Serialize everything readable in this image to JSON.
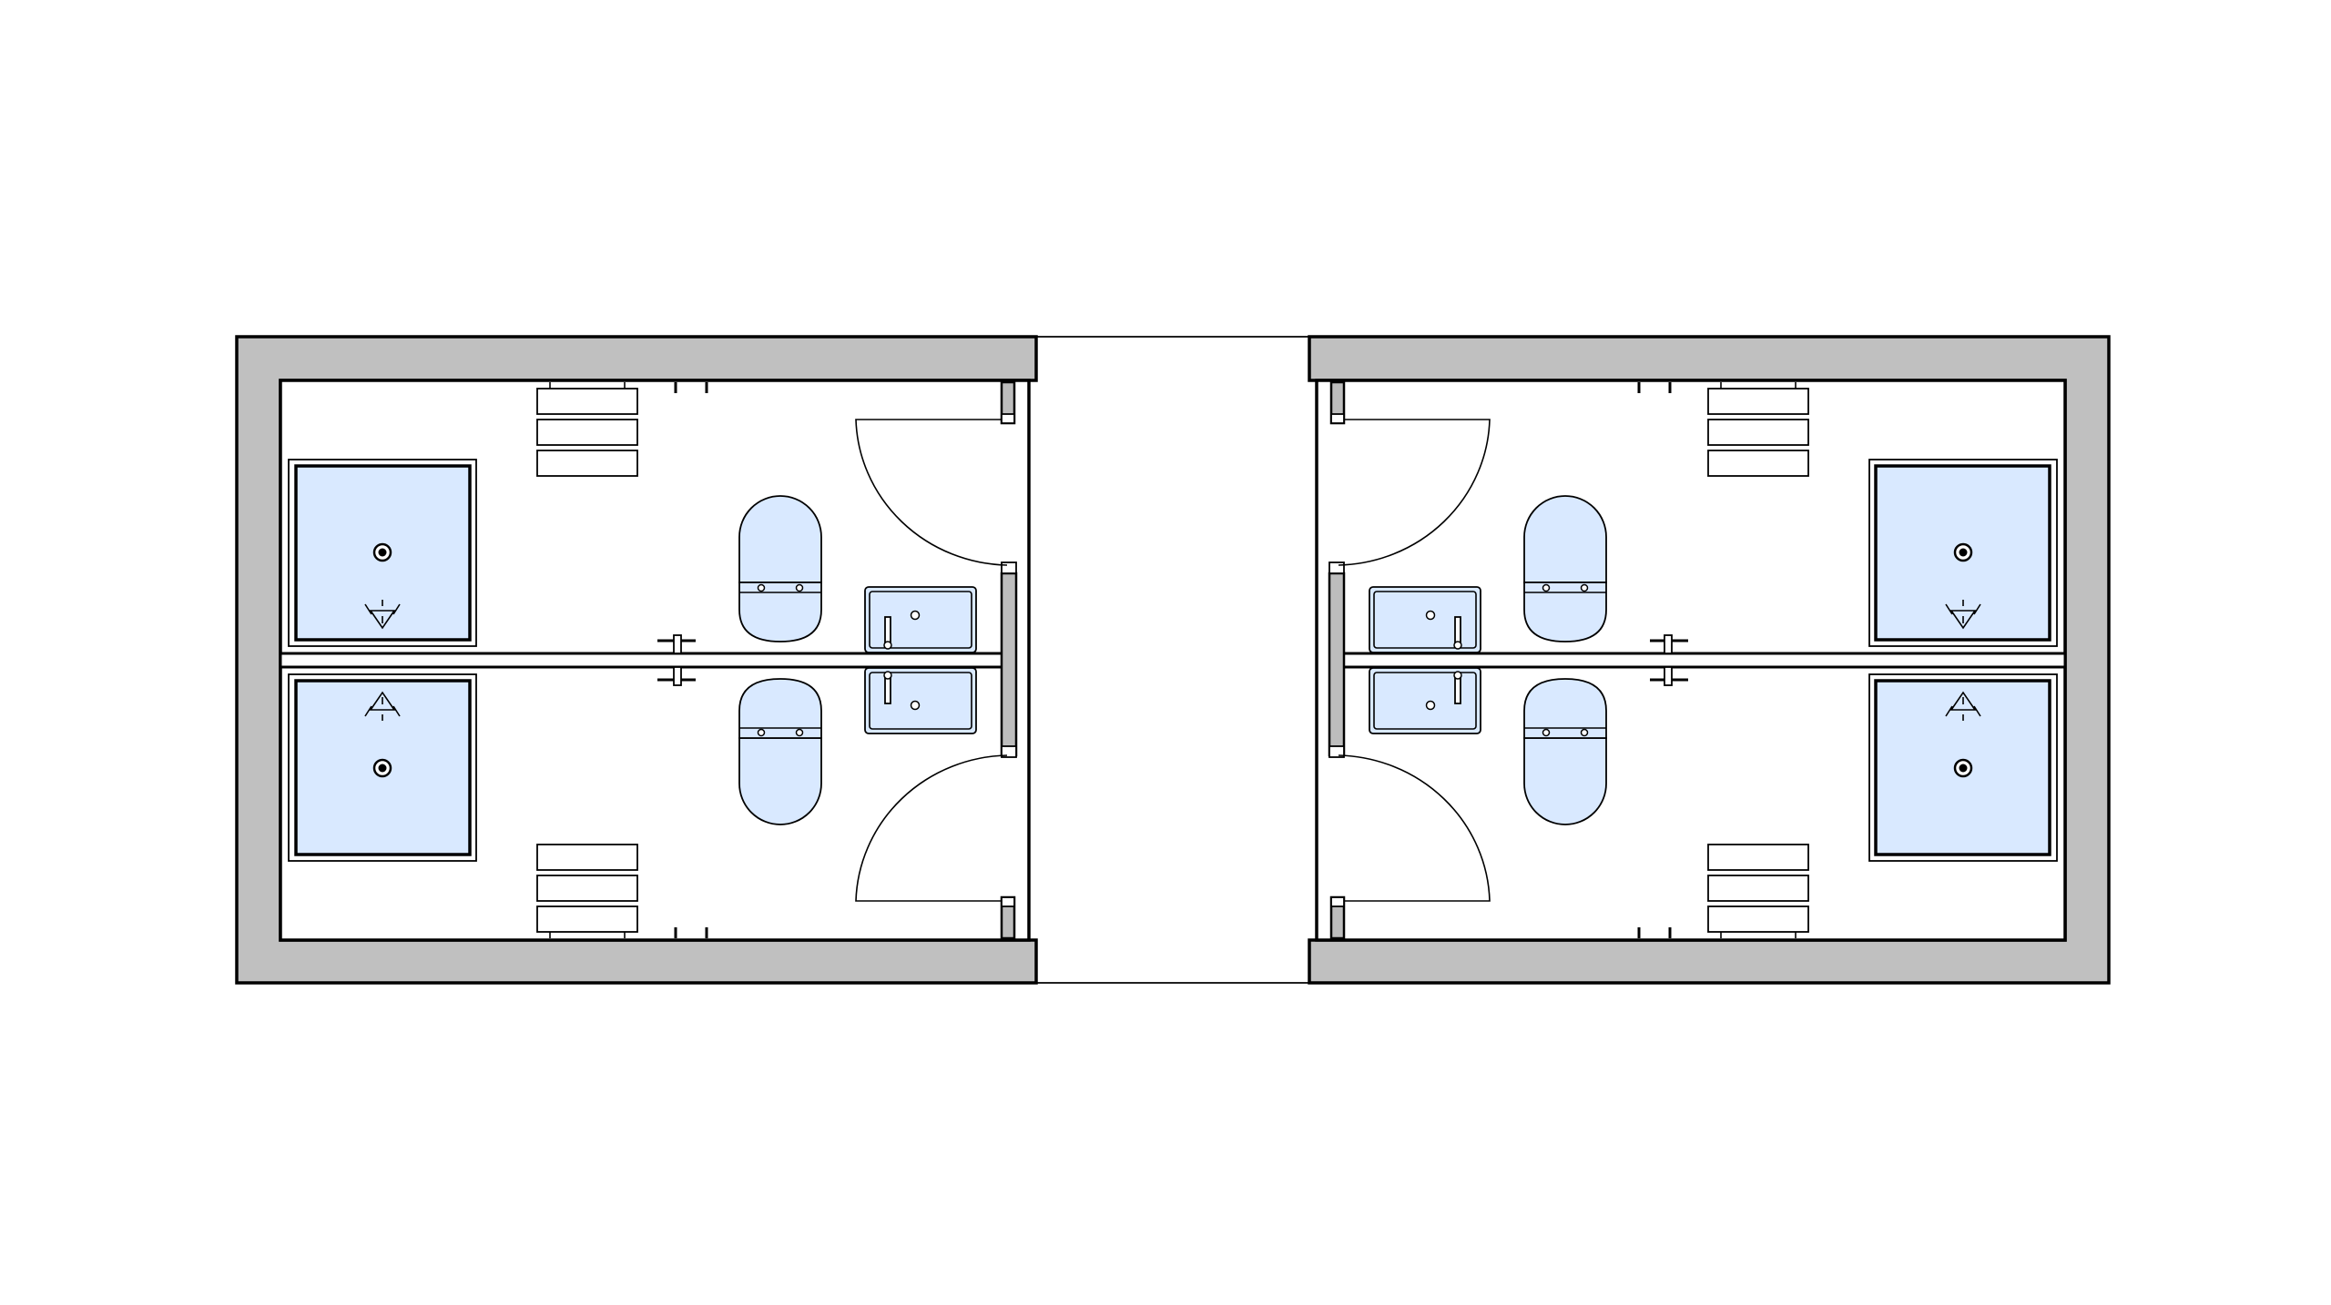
{
  "plan": {
    "units": [
      "left-restroom-block",
      "right-restroom-block"
    ],
    "rooms_per_unit": 2,
    "fixtures_per_room": [
      "shower-tray",
      "toilet",
      "washbasin",
      "towel-rail",
      "door-swing"
    ],
    "colors": {
      "wall": "#c0c0c0",
      "fixture": "#d9e9ff",
      "line": "#000000",
      "background": "#ffffff"
    }
  }
}
